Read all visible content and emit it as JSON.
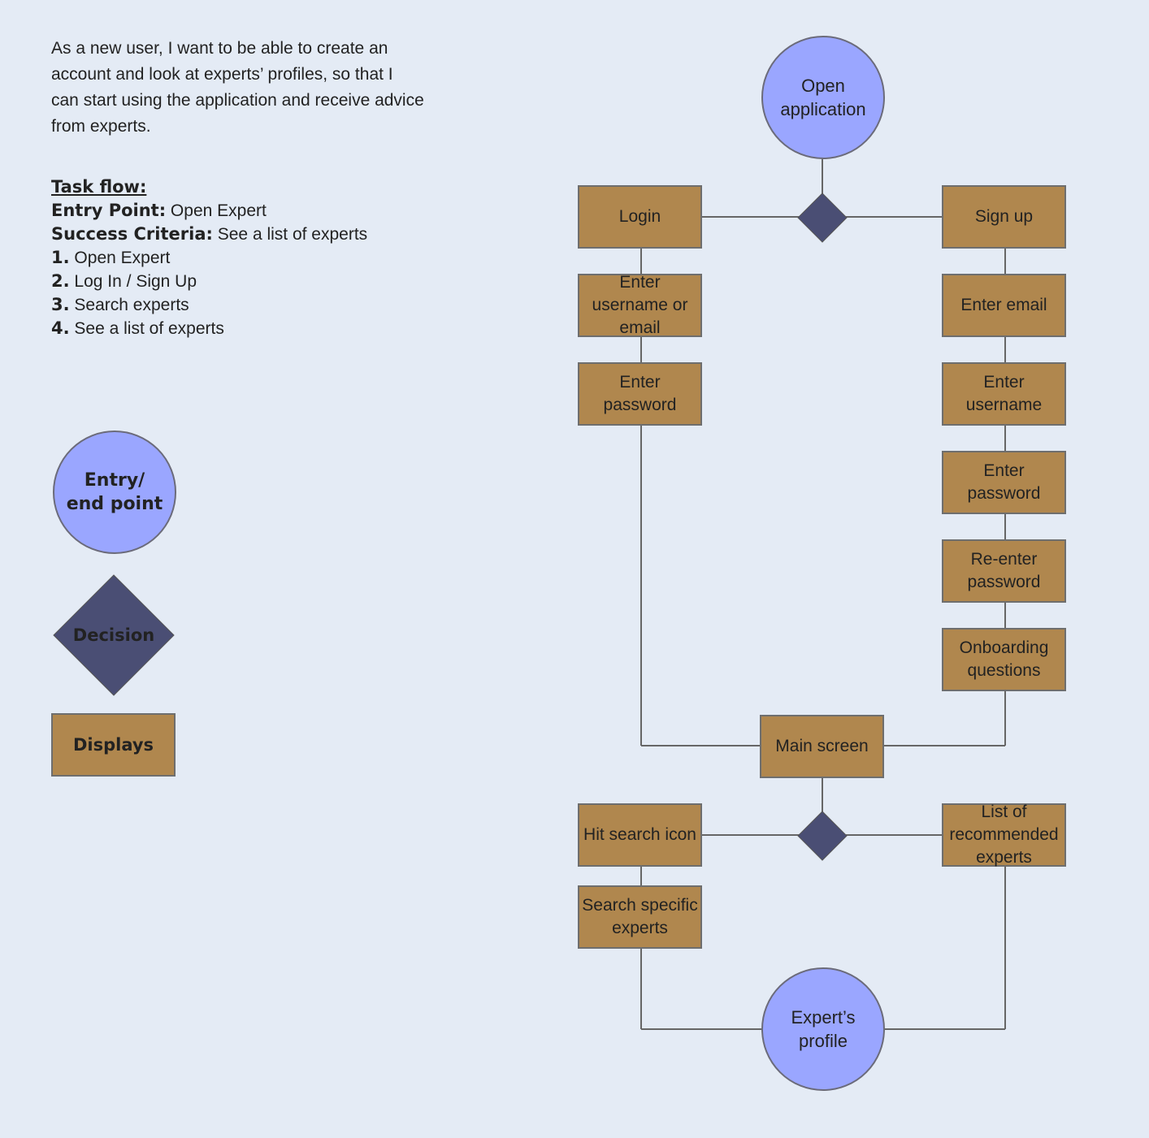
{
  "story": {
    "text": "As a new user, I want to be able to create an account and look at experts’ profiles, so that I can start using the application and receive advice from experts."
  },
  "task_flow": {
    "heading": "Task flow:",
    "entry_label": "Entry Point:",
    "entry_value": " Open Expert",
    "success_label": "Success Criteria:",
    "success_value": " See a list of experts",
    "steps": [
      {
        "num": "1.",
        "text": " Open Expert"
      },
      {
        "num": "2.",
        "text": " Log In / Sign Up"
      },
      {
        "num": "3.",
        "text": " Search experts"
      },
      {
        "num": "4.",
        "text": " See a list of experts"
      }
    ]
  },
  "legend": {
    "entry": "Entry/ end point",
    "decision": "Decision",
    "displays": "Displays"
  },
  "colors": {
    "background": "#e4ebf5",
    "entry_fill": "#9aa6ff",
    "display_fill": "#b0874e",
    "decision_fill": "#4a4e74",
    "line": "#666666"
  },
  "flow": {
    "open_application": "Open application",
    "login": "Login",
    "sign_up": "Sign up",
    "enter_username_or_email": "Enter username or email",
    "enter_password_login": "Enter password",
    "enter_email": "Enter email",
    "enter_username": "Enter username",
    "enter_password_signup": "Enter password",
    "reenter_password": "Re-enter password",
    "onboarding_questions": "Onboarding questions",
    "main_screen": "Main screen",
    "hit_search_icon": "Hit search icon",
    "search_specific_experts": "Search specific experts",
    "list_recommended_experts": "List of recommended experts",
    "experts_profile": "Expert’s profile"
  }
}
